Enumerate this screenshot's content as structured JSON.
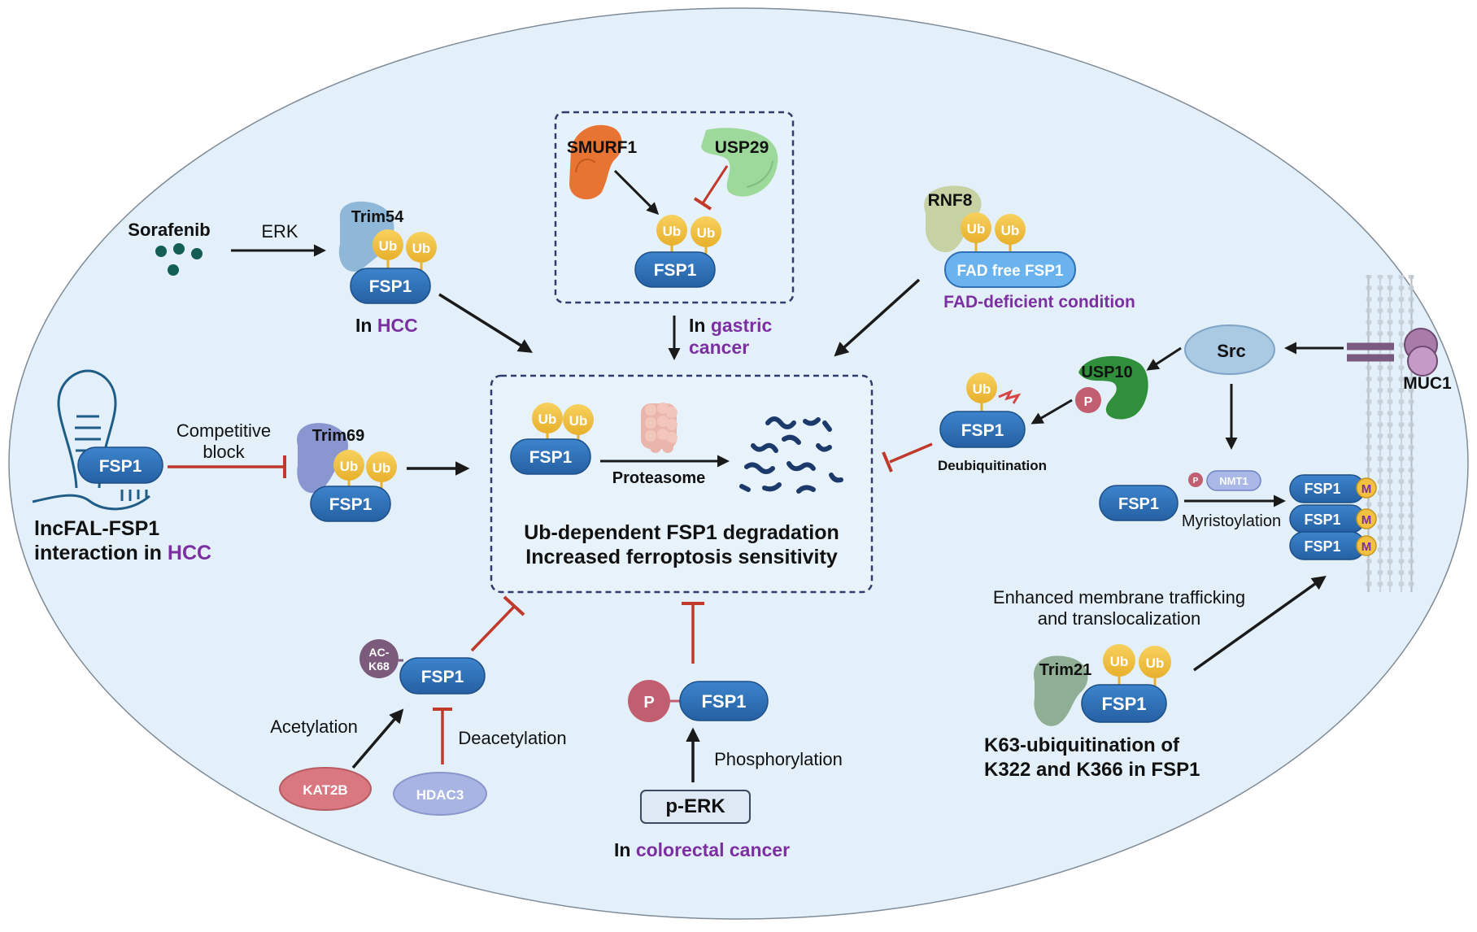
{
  "colors": {
    "cell_fill": "#e3f0fa",
    "fsp1_blue": "#2f6fb5",
    "ub_yellow": "#f2c141",
    "purple_text": "#7b2fa0",
    "inhibit_red": "#c0392b",
    "arrow_black": "#1a1a1a"
  },
  "top": {
    "sorafenib": "Sorafenib",
    "erk": "ERK",
    "trim54": "Trim54",
    "in_hcc_prefix": "In ",
    "hcc": "HCC",
    "smurf1": "SMURF1",
    "usp29": "USP29",
    "in_gastric_prefix": "In ",
    "gastric": "gastric",
    "cancer": "cancer",
    "rnf8": "RNF8",
    "fad_free_fsp1": "FAD free FSP1",
    "fad_deficient": "FAD-deficient condition"
  },
  "left": {
    "competitive": "Competitive",
    "block": "block",
    "trim69": "Trim69",
    "lncfal_line1": "lncFAL-FSP1",
    "lncfal_line2_prefix": "interaction in ",
    "hcc": "HCC"
  },
  "center": {
    "proteasome": "Proteasome",
    "title_line1": "Ub-dependent FSP1 degradation",
    "title_line2": "Increased ferroptosis sensitivity"
  },
  "right": {
    "src": "Src",
    "usp10": "USP10",
    "muc1": "MUC1",
    "deubiquitination": "Deubiquitination",
    "nmt1": "NMT1",
    "myristoylation": "Myristoylation",
    "m": "M",
    "enhanced_line1": "Enhanced membrane trafficking",
    "enhanced_line2": "and translocalization",
    "trim21": "Trim21",
    "k63_line1": "K63-ubiquitination of",
    "k63_line2": "K322 and K366 in FSP1"
  },
  "bottom": {
    "ac_k68_1": "AC-",
    "ac_k68_2": "K68",
    "acetylation": "Acetylation",
    "deacetylation": "Deacetylation",
    "kat2b": "KAT2B",
    "hdac3": "HDAC3",
    "phosphorylation": "Phosphorylation",
    "perk": "p-ERK",
    "in_colorectal_prefix": "In ",
    "colorectal": "colorectal cancer"
  },
  "common": {
    "fsp1": "FSP1",
    "ub": "Ub",
    "p": "P"
  }
}
